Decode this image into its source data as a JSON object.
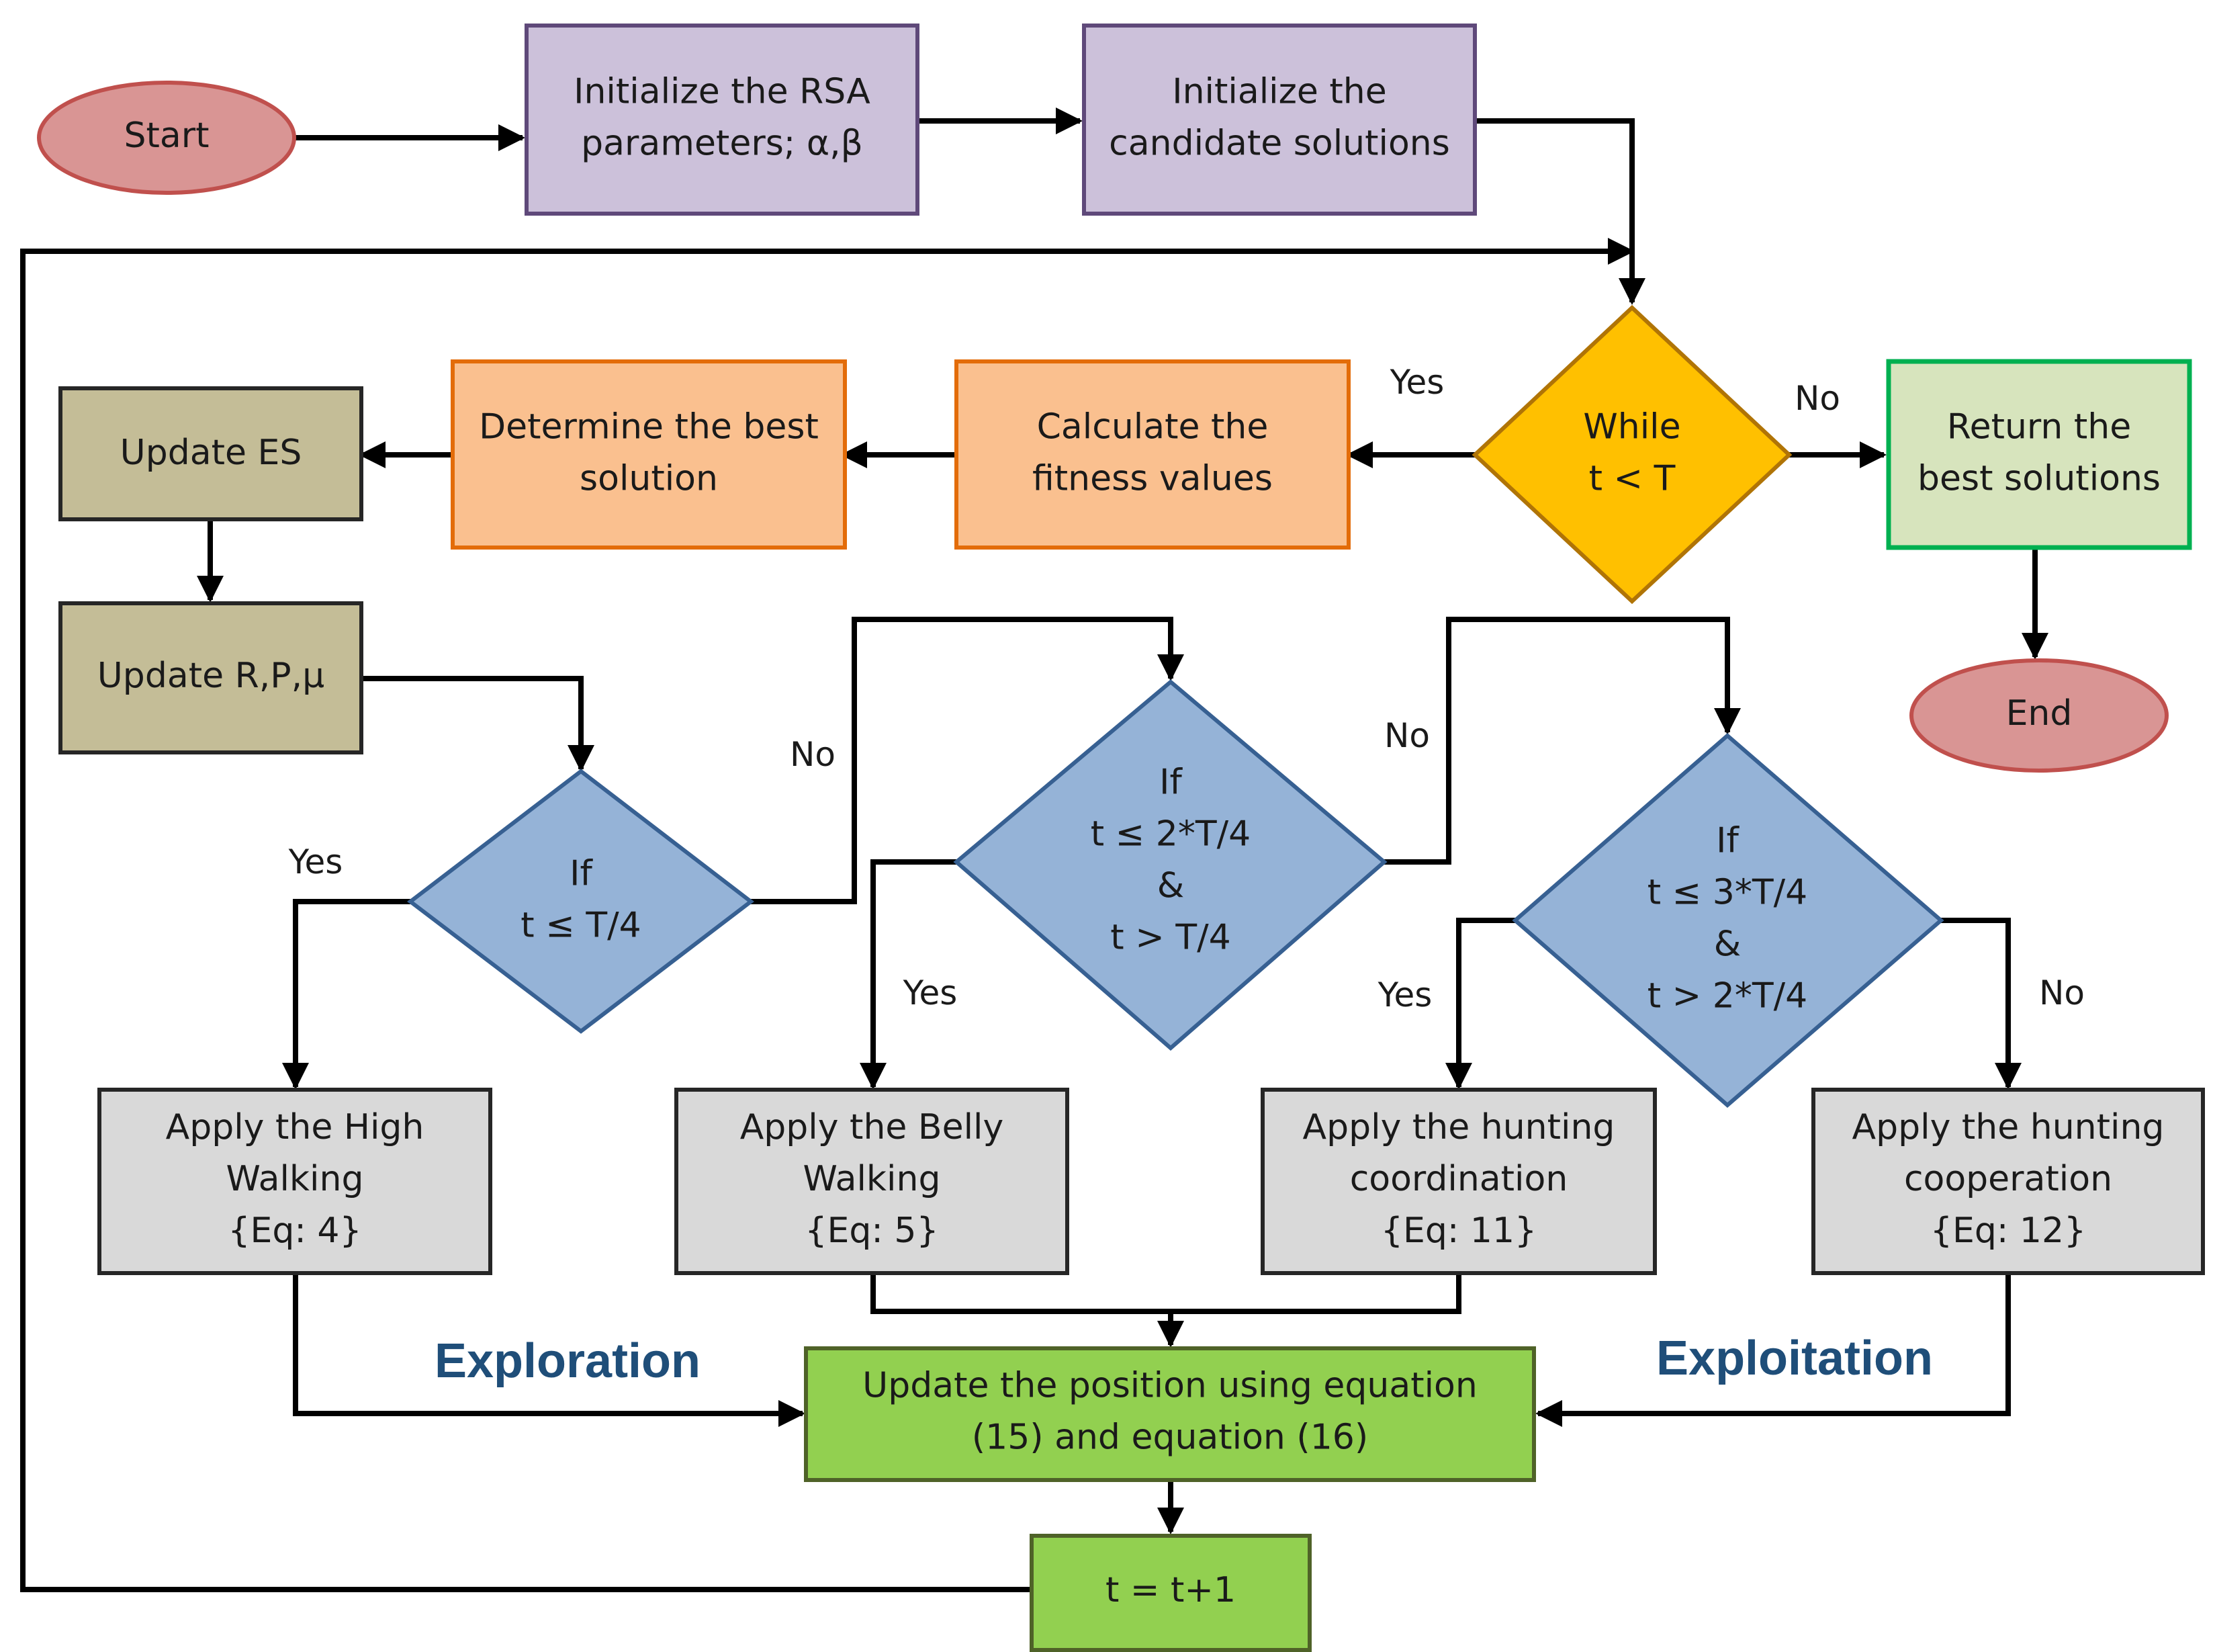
{
  "colors": {
    "terminal_fill": "#d99594",
    "terminal_stroke": "#c0504d",
    "init_fill": "#ccc1da",
    "init_stroke": "#5f497a",
    "orange_fill": "#fac08f",
    "orange_stroke": "#e36c09",
    "loop_fill": "#ffc000",
    "loop_stroke": "#b07406",
    "return_fill": "#d7e4bd",
    "return_stroke": "#00b050",
    "olive_fill": "#c4bd97",
    "olive_stroke": "#262626",
    "decision_fill": "#95b3d7",
    "decision_stroke": "#376092",
    "gray_fill": "#d9d9d9",
    "gray_stroke": "#262626",
    "green_fill": "#92d050",
    "green_stroke": "#4f6228",
    "phase_text": "#1f4e79"
  },
  "nodes": {
    "start": {
      "lines": [
        "Start"
      ]
    },
    "init_params": {
      "lines": [
        "Initialize the RSA",
        "parameters; α,β"
      ]
    },
    "init_candidates": {
      "lines": [
        "Initialize the",
        "candidate solutions"
      ]
    },
    "while": {
      "lines": [
        "While",
        "t < T"
      ]
    },
    "return_best": {
      "lines": [
        "Return the",
        "best solutions"
      ]
    },
    "end": {
      "lines": [
        "End"
      ]
    },
    "calc_fitness": {
      "lines": [
        "Calculate the",
        "fitness values"
      ]
    },
    "determine_best": {
      "lines": [
        "Determine the best",
        "solution"
      ]
    },
    "update_es": {
      "lines": [
        "Update ES"
      ]
    },
    "update_rpu": {
      "lines": [
        "Update R,P,μ"
      ]
    },
    "if1": {
      "lines": [
        "If",
        "t ≤ T/4"
      ]
    },
    "if2": {
      "lines": [
        "If",
        "t ≤ 2*T/4",
        "&",
        "t > T/4"
      ]
    },
    "if3": {
      "lines": [
        "If",
        "t ≤ 3*T/4",
        "&",
        "t > 2*T/4"
      ]
    },
    "high_walking": {
      "lines": [
        "Apply the High",
        "Walking",
        "{Eq: 4}"
      ]
    },
    "belly_walking": {
      "lines": [
        "Apply the Belly",
        "Walking",
        "{Eq: 5}"
      ]
    },
    "hunting_coord": {
      "lines": [
        "Apply the hunting",
        "coordination",
        "{Eq: 11}"
      ]
    },
    "hunting_coop": {
      "lines": [
        "Apply the hunting",
        "cooperation",
        "{Eq: 12}"
      ]
    },
    "update_position": {
      "lines": [
        "Update the position using equation",
        "(15) and equation (16)"
      ]
    },
    "increment": {
      "lines": [
        "t = t+1"
      ]
    }
  },
  "edge_labels": {
    "while_yes": "Yes",
    "while_no": "No",
    "if1_yes": "Yes",
    "if1_no": "No",
    "if2_yes": "Yes",
    "if2_no": "No",
    "if3_yes": "Yes",
    "if3_no": "No"
  },
  "phases": {
    "exploration": "Exploration",
    "exploitation": "Exploitation"
  }
}
